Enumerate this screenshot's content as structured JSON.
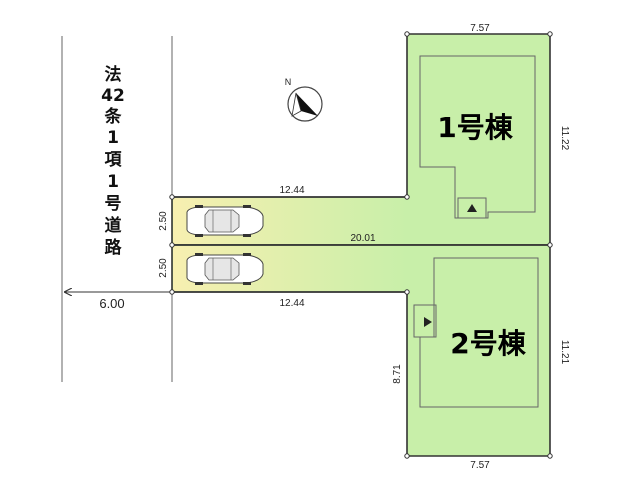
{
  "road": {
    "label_chars": [
      "法",
      "42",
      "条",
      "1",
      "項",
      "1",
      "号",
      "道",
      "路"
    ],
    "width": "6.00"
  },
  "compass": {
    "north": "N"
  },
  "lot1": {
    "name": "1号棟",
    "top_width": "7.57",
    "right_depth": "11.22",
    "driveway_length": "12.44",
    "driveway_width": "2.50"
  },
  "lot2": {
    "name": "2号棟",
    "bottom_width": "7.57",
    "right_depth": "11.21",
    "left_depth": "8.71",
    "driveway_length": "12.44",
    "driveway_width": "2.50"
  },
  "shared": {
    "driveway_total": "20.01"
  },
  "colors": {
    "lot_green": "#c8efa9",
    "driveway_yellow": "#f6f0b4",
    "outline": "#333333"
  }
}
